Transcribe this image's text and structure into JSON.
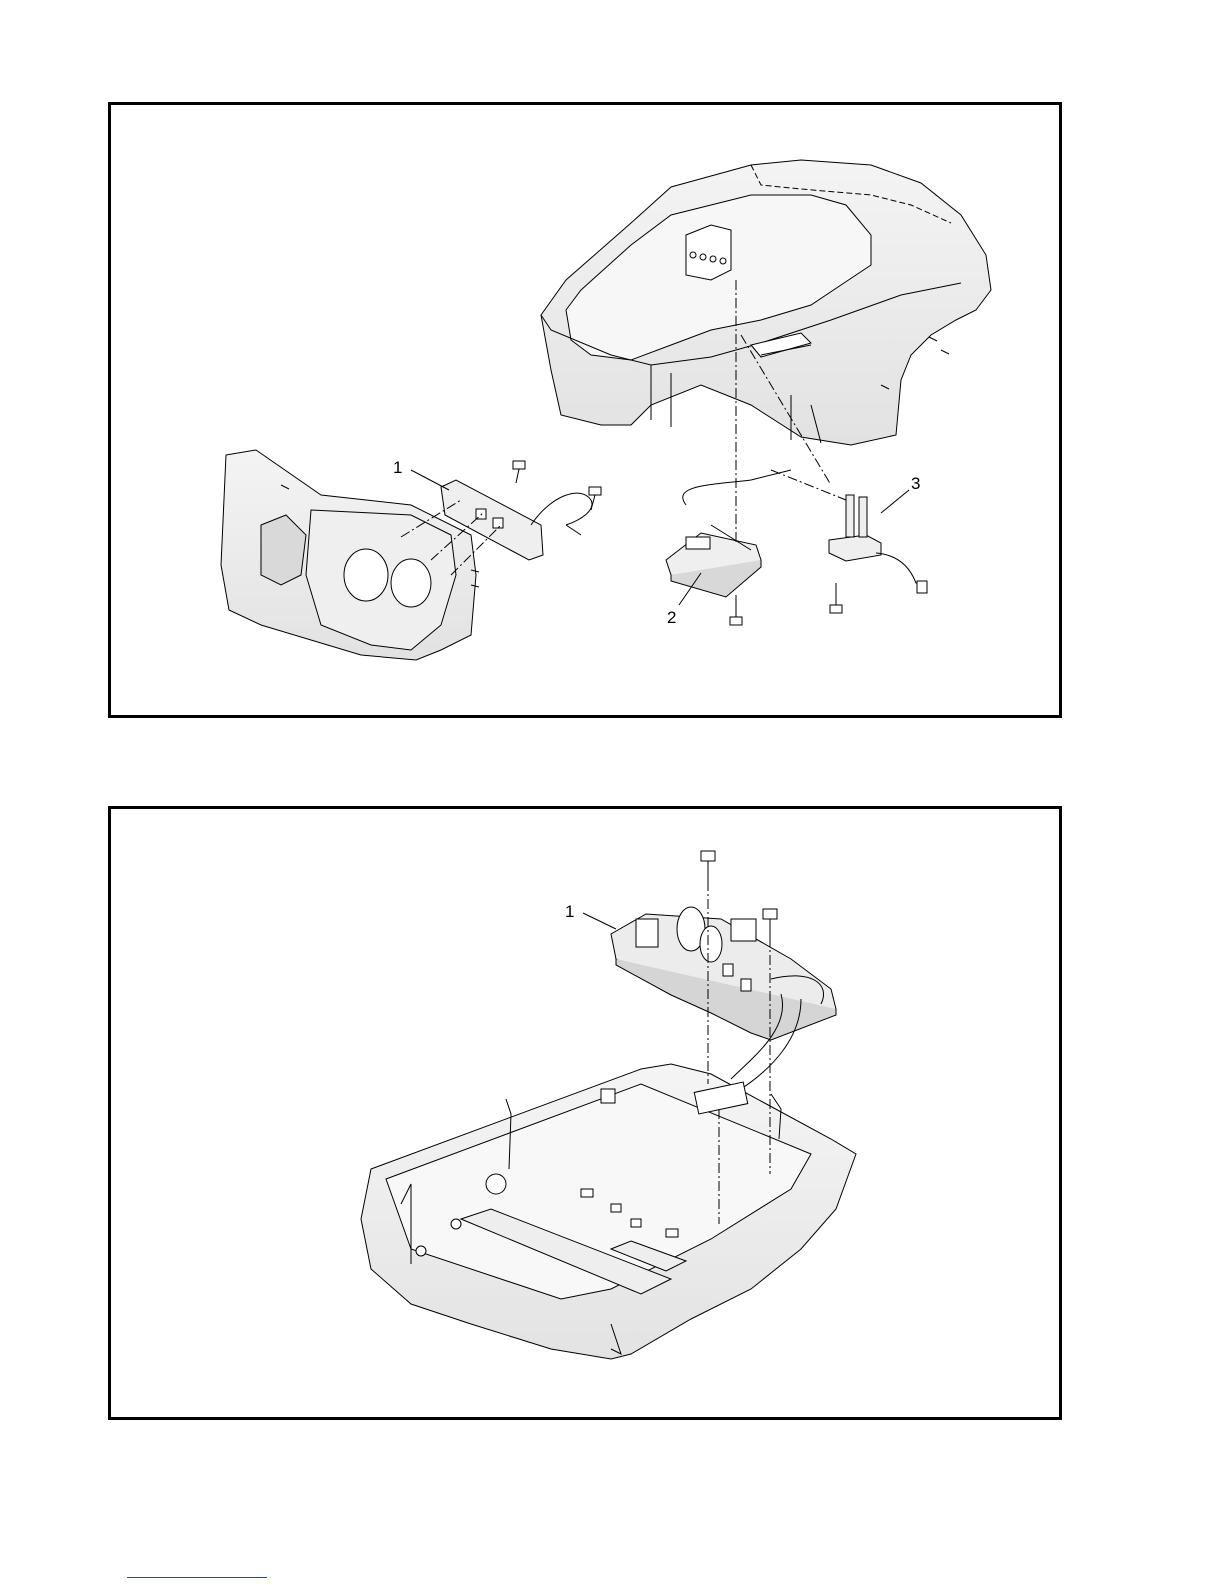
{
  "figures": [
    {
      "callouts": [
        {
          "label": "1"
        },
        {
          "label": "2"
        },
        {
          "label": "3"
        }
      ]
    },
    {
      "callouts": [
        {
          "label": "1"
        }
      ]
    }
  ],
  "colors": {
    "line": "#000000",
    "fill": "#ececec",
    "border": "#000000",
    "link": "#2a3cc8"
  }
}
